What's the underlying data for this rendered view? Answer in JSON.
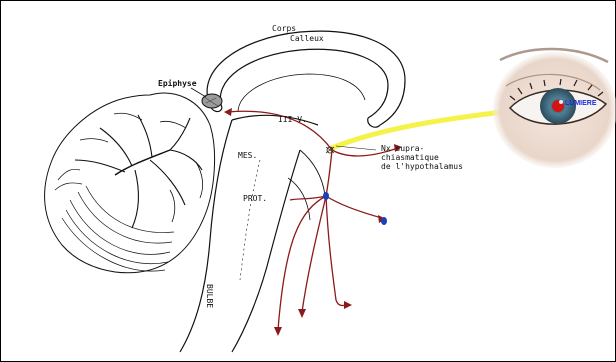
{
  "labels": {
    "corps_line1": "Corps",
    "corps_line2": "Calleux",
    "epiphyse": "Epiphyse",
    "third_ventricle": "III V.",
    "mes": "MES.",
    "prot": "PROT.",
    "bulbe": "BULBE",
    "scn_line1": "Nx supra-",
    "scn_line2": "chiasmatique",
    "scn_line3": "de l'hypothalamus",
    "lumiere": "LUMIERE"
  },
  "colors": {
    "pathway": "#8b1a1a",
    "light_beam": "#f5f24a",
    "lumiere_text": "#1a2bd6",
    "outline": "#111111",
    "iris": "#4f7f95",
    "pupil": "#d41414"
  }
}
